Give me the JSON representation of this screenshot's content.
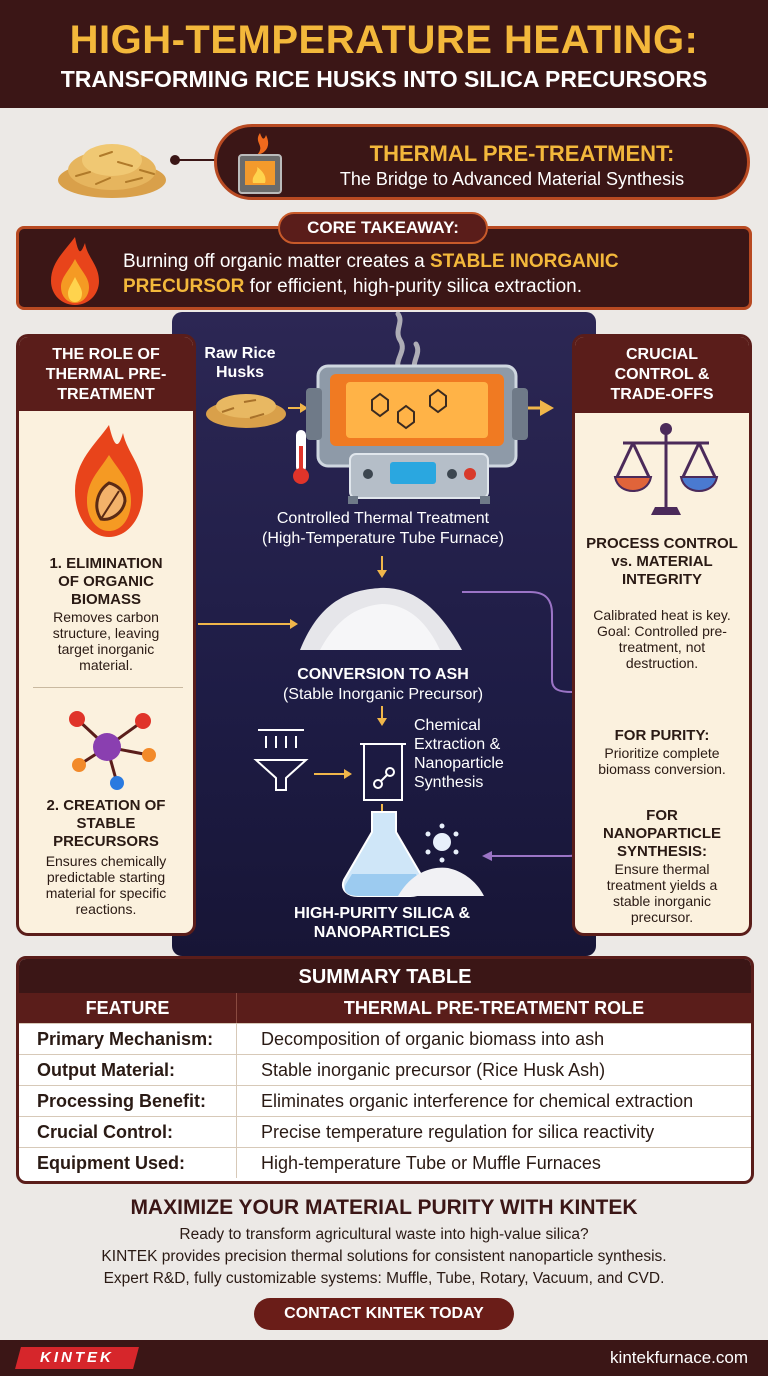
{
  "header": {
    "title": "HIGH-TEMPERATURE HEATING:",
    "subtitle": "TRANSFORMING RICE HUSKS INTO SILICA PRECURSORS"
  },
  "banner": {
    "title": "THERMAL PRE-TREATMENT:",
    "subtitle": "The Bridge to Advanced Material Synthesis"
  },
  "core": {
    "label": "CORE TAKEAWAY:",
    "text_before": "Burning off organic matter creates a ",
    "highlight": "STABLE INORGANIC PRECURSOR",
    "text_after": " for efficient, high-purity silica extraction."
  },
  "left_panel": {
    "heading": "THE ROLE OF THERMAL PRE-TREATMENT",
    "item1_title": "1. ELIMINATION OF ORGANIC BIOMASS",
    "item1_text": "Removes carbon structure, leaving target inorganic material.",
    "item2_title": "2. CREATION OF STABLE PRECURSORS",
    "item2_text": "Ensures chemically predictable starting material for specific reactions."
  },
  "center": {
    "raw_label": "Raw Rice Husks",
    "furnace_label": "Controlled Thermal Treatment",
    "furnace_sub": "(High-Temperature Tube Furnace)",
    "ash_label": "CONVERSION TO ASH",
    "ash_sub": "(Stable Inorganic Precursor)",
    "extraction_label": "Chemical Extraction & Nanoparticle Synthesis",
    "result_label": "HIGH-PURITY SILICA & NANOPARTICLES"
  },
  "right_panel": {
    "heading": "CRUCIAL CONTROL & TRADE-OFFS",
    "item1_title": "PROCESS CONTROL vs. MATERIAL INTEGRITY",
    "item1_text": "Calibrated heat is key. Goal: Controlled pre-treatment, not destruction.",
    "item2_title": "FOR PURITY:",
    "item2_text": "Prioritize complete biomass conversion.",
    "item3_title": "FOR NANOPARTICLE SYNTHESIS:",
    "item3_text": "Ensure thermal treatment yields a stable inorganic precursor."
  },
  "summary": {
    "title": "SUMMARY TABLE",
    "headers": [
      "FEATURE",
      "THERMAL PRE-TREATMENT ROLE"
    ],
    "rows": [
      {
        "feature": "Primary Mechanism:",
        "role": "Decomposition of organic biomass into ash"
      },
      {
        "feature": "Output Material:",
        "role": "Stable inorganic precursor (Rice Husk Ash)"
      },
      {
        "feature": "Processing Benefit:",
        "role": "Eliminates organic interference for chemical extraction"
      },
      {
        "feature": "Crucial Control:",
        "role": "Precise temperature regulation for silica reactivity"
      },
      {
        "feature": "Equipment Used:",
        "role": "High-temperature Tube or Muffle Furnaces"
      }
    ]
  },
  "cta": {
    "title": "MAXIMIZE YOUR MATERIAL PURITY WITH KINTEK",
    "line1": "Ready to transform agricultural waste into high-value silica?",
    "line2": "KINTEK provides precision thermal solutions for consistent nanoparticle synthesis.",
    "line3": "Expert R&D, fully customizable systems: Muffle, Tube, Rotary, Vacuum, and CVD.",
    "button": "CONTACT KINTEK TODAY"
  },
  "footer": {
    "logo": "KINTEK",
    "site": "kintekfurnace.com"
  },
  "colors": {
    "accent": "#f3b83b",
    "dark": "#3b1616",
    "brand_red": "#d6262b",
    "panel_bg": "#fbf1de"
  }
}
